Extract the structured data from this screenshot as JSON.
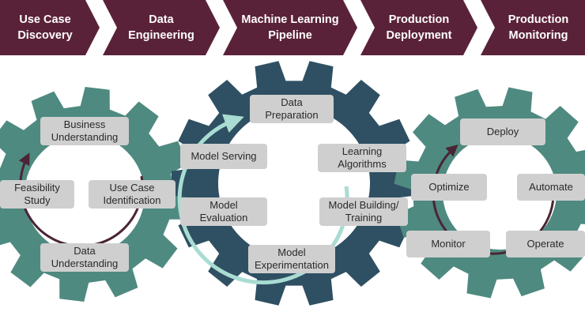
{
  "stages": [
    {
      "label": "Use Case\nDiscovery"
    },
    {
      "label": "Data\nEngineering"
    },
    {
      "label": "Machine Learning\nPipeline"
    },
    {
      "label": "Production\nDeployment"
    },
    {
      "label": "Production\nMonitoring"
    }
  ],
  "gears": {
    "left": {
      "color": "#4e8a80",
      "steps": [
        {
          "label": "Business\nUnderstanding"
        },
        {
          "label": "Use Case\nIdentification"
        },
        {
          "label": "Data\nUnderstanding"
        },
        {
          "label": "Feasibility\nStudy"
        }
      ]
    },
    "center": {
      "color": "#2f5063",
      "steps": [
        {
          "label": "Data\nPreparation"
        },
        {
          "label": "Learning\nAlgorithms"
        },
        {
          "label": "Model Building/\nTraining"
        },
        {
          "label": "Model\nExperimentation"
        },
        {
          "label": "Model\nEvaluation"
        },
        {
          "label": "Model Serving"
        }
      ]
    },
    "right": {
      "color": "#4e8a80",
      "steps": [
        {
          "label": "Deploy"
        },
        {
          "label": "Automate"
        },
        {
          "label": "Operate"
        },
        {
          "label": "Monitor"
        },
        {
          "label": "Optimize"
        }
      ]
    }
  },
  "colors": {
    "chevron": "#5a2238",
    "cycle_arrow_dark": "#4a2535",
    "cycle_arrow_light": "#a9dcd2",
    "label_bg": "#cfcfcf"
  }
}
